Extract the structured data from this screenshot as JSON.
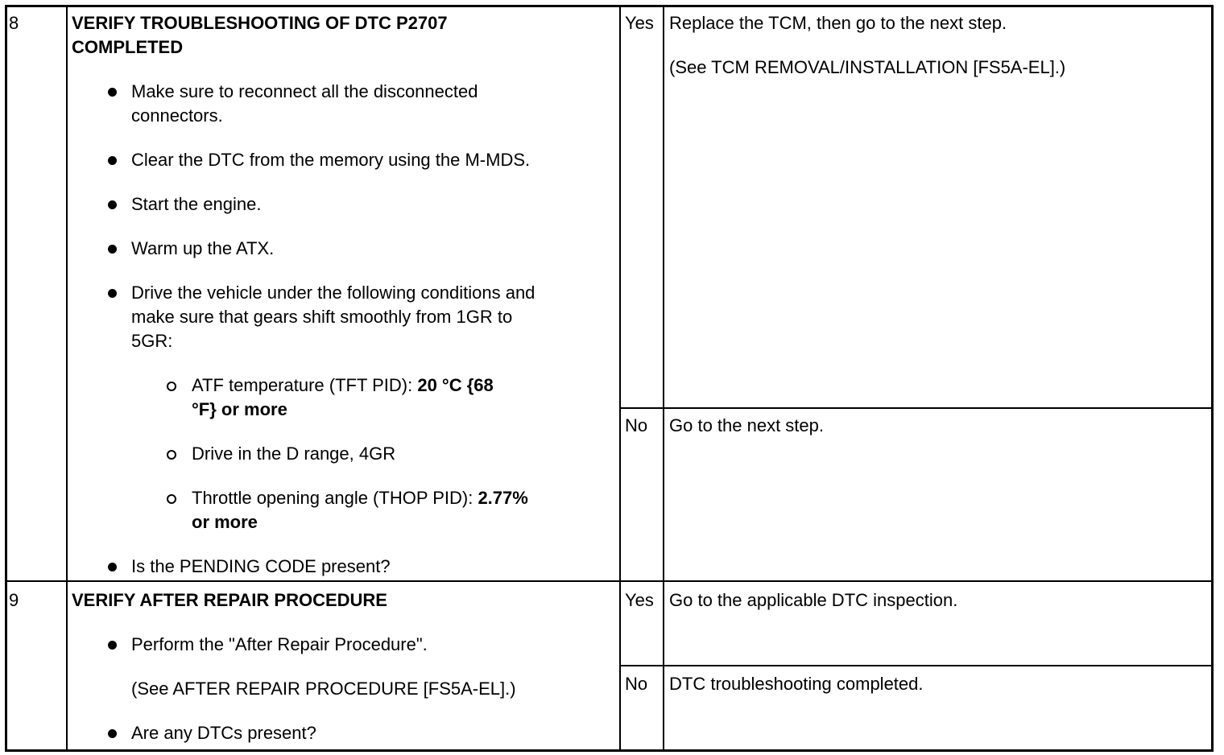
{
  "steps": [
    {
      "number": "8",
      "title_line1": "VERIFY TROUBLESHOOTING OF DTC P2707",
      "title_line2": "COMPLETED",
      "bullets": [
        {
          "lines": [
            "Make sure to reconnect all the disconnected",
            "connectors."
          ]
        },
        {
          "lines": [
            "Clear the DTC from the memory using the M-MDS."
          ]
        },
        {
          "lines": [
            "Start the engine."
          ]
        },
        {
          "lines": [
            "Warm up the ATX."
          ]
        },
        {
          "lines": [
            "Drive the vehicle under the following conditions and",
            "make sure that gears shift smoothly from 1GR to",
            "5GR:"
          ]
        }
      ],
      "conditions": [
        {
          "prefix": "ATF temperature (TFT PID): ",
          "bold": "20 °C {68",
          "line2_bold": "°F} or more"
        },
        {
          "prefix": "Drive in the D range, 4GR",
          "bold": "",
          "line2_bold": ""
        },
        {
          "prefix": "Throttle opening angle (THOP PID): ",
          "bold": "2.77%",
          "line2_bold": "or more"
        }
      ],
      "question": "Is the PENDING CODE present?",
      "yes_label": "Yes",
      "yes_action_1": "Replace the TCM, then go to the next step.",
      "yes_action_2": "(See TCM REMOVAL/INSTALLATION [FS5A-EL].)",
      "no_label": "No",
      "no_action": "Go to the next step."
    },
    {
      "number": "9",
      "title_line1": "VERIFY AFTER REPAIR PROCEDURE",
      "bullet_1": "Perform the \"After Repair Procedure\".",
      "see_ref": "(See AFTER REPAIR PROCEDURE [FS5A-EL].)",
      "question": "Are any DTCs present?",
      "yes_label": "Yes",
      "yes_action": "Go to the applicable DTC inspection.",
      "no_label": "No",
      "no_action": "DTC troubleshooting completed."
    }
  ]
}
